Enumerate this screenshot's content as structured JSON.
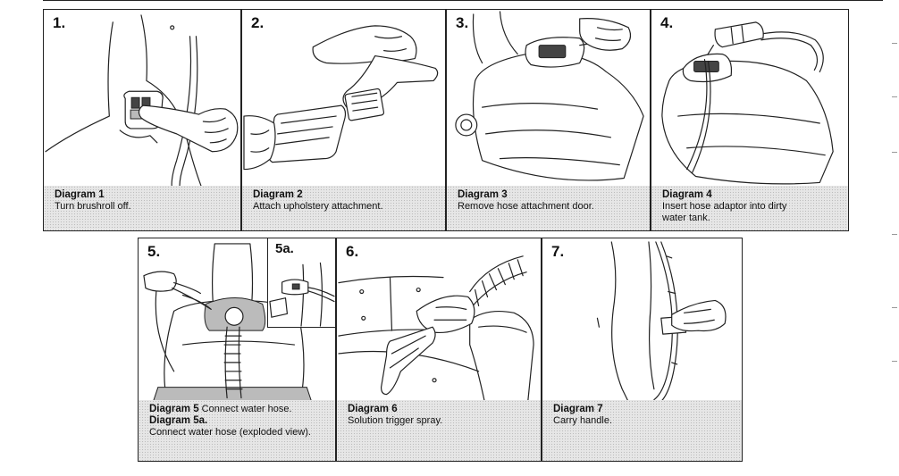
{
  "panels": [
    {
      "id": "p1",
      "number": "1.",
      "title": "Diagram 1",
      "lines": [
        "Turn brushroll off."
      ]
    },
    {
      "id": "p2",
      "number": "2.",
      "title": "Diagram 2",
      "lines": [
        "Attach upholstery attachment."
      ]
    },
    {
      "id": "p3",
      "number": "3.",
      "title": "Diagram 3",
      "lines": [
        "Remove hose attachment door."
      ]
    },
    {
      "id": "p4",
      "number": "4.",
      "title": "Diagram 4",
      "lines": [
        "Insert hose adaptor into dirty",
        "water tank."
      ]
    },
    {
      "id": "p5",
      "number": "5.",
      "title": "Diagram 5",
      "inline_text": "Connect water hose.",
      "subtitle": "Diagram 5a.",
      "lines": [
        "Connect  water hose (exploded view)."
      ]
    },
    {
      "id": "p5a",
      "number": "5a."
    },
    {
      "id": "p6",
      "number": "6.",
      "title": "Diagram 6",
      "lines": [
        "Solution trigger spray."
      ]
    },
    {
      "id": "p7",
      "number": "7.",
      "title": "Diagram 7",
      "lines": [
        "Carry handle."
      ]
    }
  ]
}
